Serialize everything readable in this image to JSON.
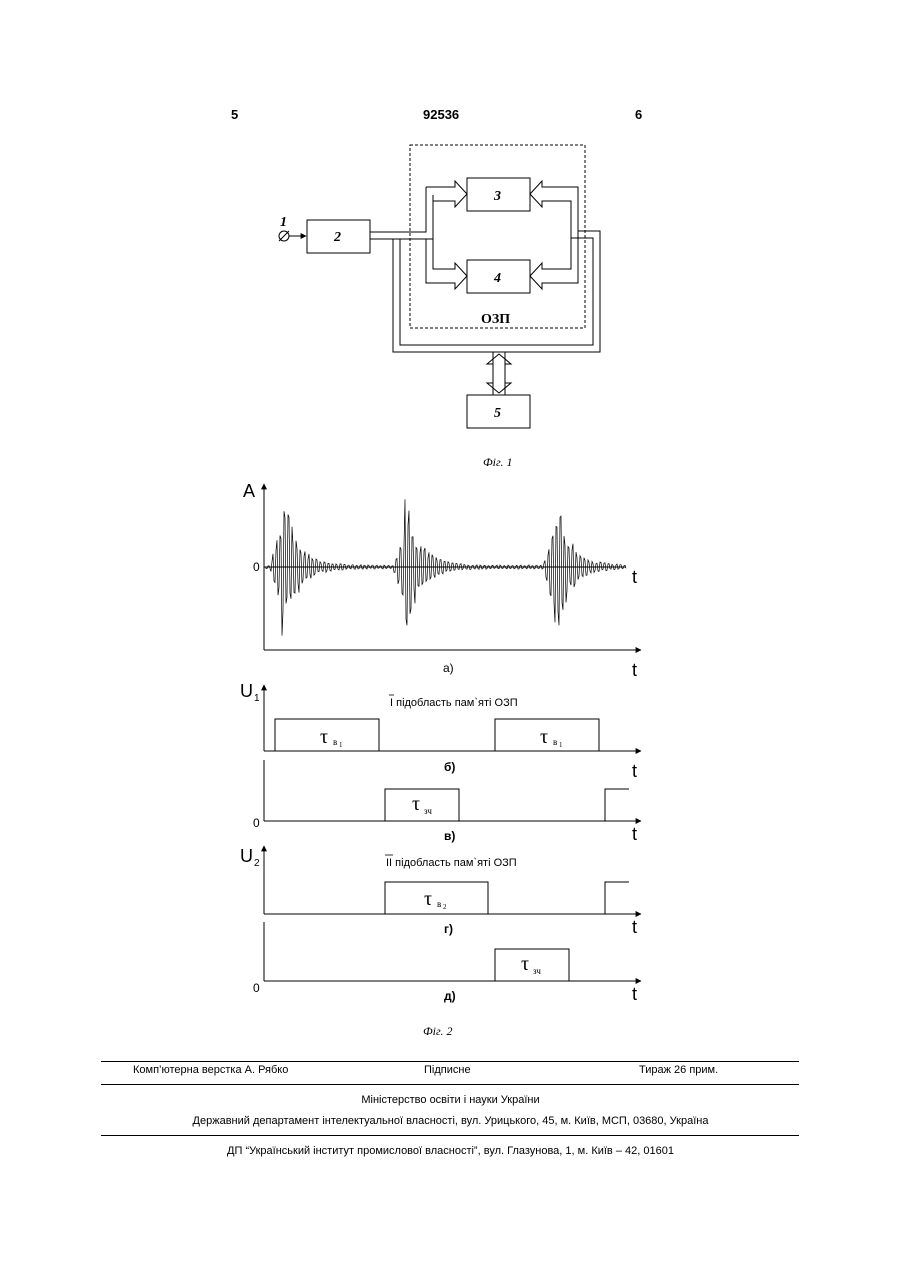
{
  "header": {
    "page_left": "5",
    "patent_number": "92536",
    "page_right": "6"
  },
  "fig1": {
    "input_label": "1",
    "blocks": [
      "2",
      "3",
      "4",
      "5"
    ],
    "ram_label": "ОЗП",
    "caption": "Фіг. 1"
  },
  "fig2": {
    "y_label_a": "A",
    "y_label_u1": "U",
    "y_label_u1_sub": "1",
    "y_label_u2": "U",
    "y_label_u2_sub": "2",
    "axis_t": "t",
    "zero": "0",
    "panel_labels": [
      "а)",
      "б)",
      "в)",
      "г)",
      "д)"
    ],
    "subregion1": "I підобласть пам`яті ОЗП",
    "subregion2": "II підобласть пам`яті ОЗП",
    "tau": "τ",
    "sub_v1": "в",
    "sub_v1_idx": "1",
    "sub_v2": "в",
    "sub_v2_idx": "2",
    "sub_zch": "зч",
    "caption": "Фіг. 2"
  },
  "footer": {
    "layout": "Комп’ютерна верстка А. Рябко",
    "signed": "Підписне",
    "print_run": "Тираж 26 прим.",
    "ministry": "Міністерство освіти і науки України",
    "department": "Державний департамент інтелектуальної власності, вул. Урицького, 45, м. Київ, МСП, 03680, Україна",
    "institute": "ДП “Український інститут промислової власності”, вул. Глазунова, 1, м. Київ – 42, 01601"
  }
}
